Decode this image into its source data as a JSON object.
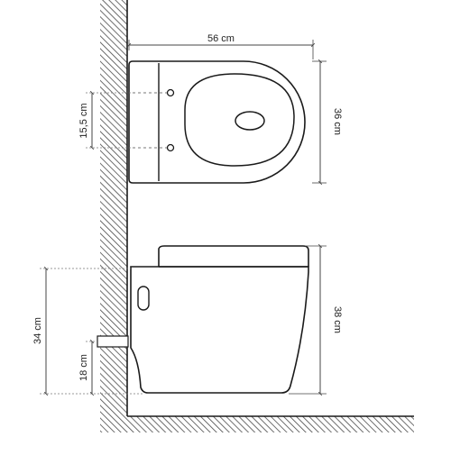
{
  "diagram": {
    "subject": "wall-hung toilet dimension drawing",
    "line_color": "#1a1a1a",
    "hatch_color": "#4a4a4a",
    "dimension_color": "#444444",
    "top_view": {
      "width_label": "56 cm",
      "depth_label": "36 cm",
      "fixing_hole_spacing_label": "15,5 cm"
    },
    "side_view": {
      "height_label": "38 cm",
      "inlet_height_label": "34 cm",
      "outlet_height_label": "18 cm"
    }
  }
}
